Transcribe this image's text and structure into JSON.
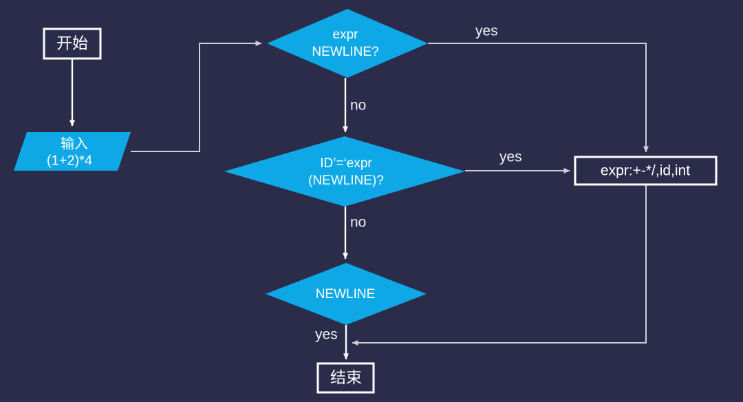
{
  "diagram": {
    "title": "ANTLR expression grammar parse flowchart",
    "background_color": "#2b2c4a",
    "accent_color": "#0fa8e6",
    "line_color": "#cfd0da",
    "text_color": "#ffffff",
    "nodes": {
      "start": {
        "label": "开始",
        "shape": "rectangle"
      },
      "input": {
        "line1": "输入",
        "line2": "(1+2)*4",
        "shape": "parallelogram"
      },
      "decision1": {
        "line1": "expr",
        "line2": "NEWLINE?",
        "shape": "diamond"
      },
      "decision2": {
        "line1": "ID’=‘expr",
        "line2": "(NEWLINE)?",
        "shape": "diamond"
      },
      "decision3": {
        "line1": "NEWLINE",
        "shape": "diamond"
      },
      "process": {
        "label": "expr:+-*/,id,int",
        "shape": "rectangle"
      },
      "end": {
        "label": "结束",
        "shape": "rectangle"
      }
    },
    "edge_labels": {
      "d1_yes": "yes",
      "d1_no": "no",
      "d2_yes": "yes",
      "d2_no": "no",
      "d3_yes": "yes"
    }
  }
}
